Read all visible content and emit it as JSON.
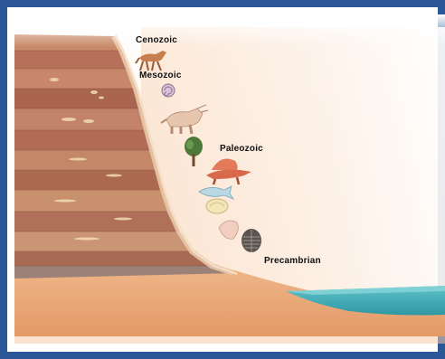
{
  "eras": {
    "cenozoic": "Cenozoic",
    "mesozoic": "Mesozoic",
    "paleozoic": "Paleozoic",
    "precambrian": "Precambrian"
  },
  "colors": {
    "frame": "#2b5697",
    "rock_dark": "#a8654a",
    "rock_light": "#d9a07a",
    "sand": "#e8a978",
    "water": "#3aa8b3"
  },
  "fossil_icons": [
    "horse-icon",
    "ammonite-icon",
    "triceratops-icon",
    "tree-icon",
    "dimetrodon-icon",
    "fish-icon",
    "shell-icon",
    "brachiopod-icon",
    "trilobite-icon"
  ]
}
